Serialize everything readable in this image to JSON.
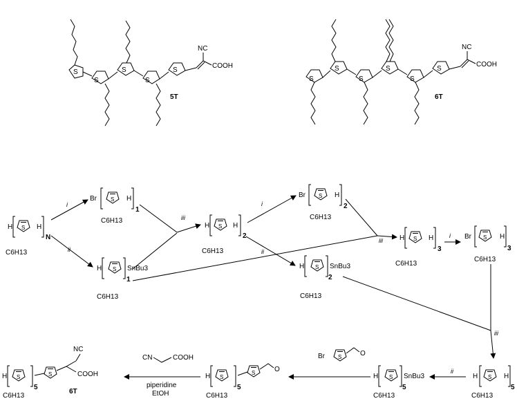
{
  "molecules": {
    "m5T": {
      "label": "5T",
      "cn": "NC",
      "acid": "COOH"
    },
    "m6T": {
      "label": "6T",
      "cn": "NC",
      "acid": "COOH"
    }
  },
  "common": {
    "S": "S",
    "H": "H",
    "Br": "Br",
    "hexyl": "C6H13",
    "sn": "SnBu3",
    "cn": "CN",
    "cooh": "COOH",
    "nc": "NC",
    "o": "O"
  },
  "nodes": {
    "start": {
      "index": "N"
    },
    "bromo1": {
      "index": "1"
    },
    "stannyl1": {
      "index": "1"
    },
    "dimer": {
      "index": "2"
    },
    "bromo2": {
      "index": "2"
    },
    "stannyl2": {
      "index": "2"
    },
    "trimer": {
      "index": "3"
    },
    "bromo3": {
      "index": "3"
    },
    "pentamer": {
      "index": "5"
    },
    "stannyl5": {
      "index": "5"
    },
    "aldehyde": {
      "index": "5"
    },
    "product": {
      "index": "5",
      "name": "6T"
    }
  },
  "reagents": {
    "i": "i",
    "ii": "ii",
    "iii": "iii",
    "piperidine": "piperidine",
    "etoh": "EtOH"
  }
}
